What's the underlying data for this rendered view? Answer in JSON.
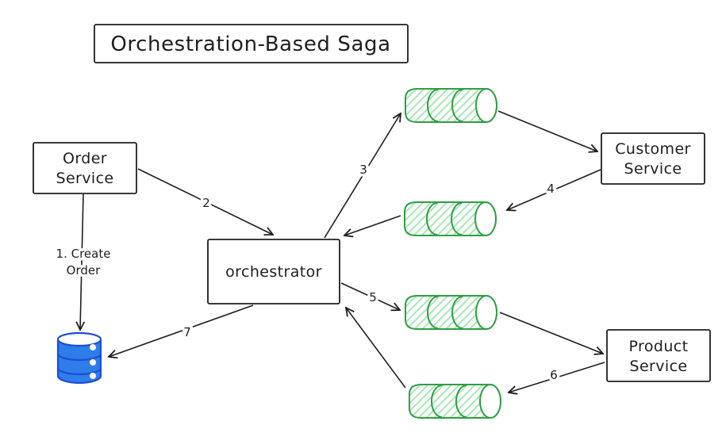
{
  "title": "Orchestration-Based Saga",
  "nodes": {
    "order_service": {
      "line1": "Order",
      "line2": "Service"
    },
    "orchestrator": {
      "label": "orchestrator"
    },
    "customer_service": {
      "line1": "Customer",
      "line2": "Service"
    },
    "product_service": {
      "line1": "Product",
      "line2": "Service"
    }
  },
  "edge_labels": {
    "step1_line1": "1. Create",
    "step1_line2": "Order",
    "step2": "2",
    "step3": "3",
    "step4": "4",
    "step5": "5",
    "step6": "6",
    "step7": "7"
  },
  "icons": {
    "queues": [
      "message-queue-1",
      "message-queue-2",
      "message-queue-3",
      "message-queue-4"
    ],
    "database": "order-database"
  },
  "colors": {
    "background": "#ffffff",
    "ink": "#1e1e1e",
    "box_fill": "#ffffff",
    "queue_stroke": "#2f9e44",
    "queue_hatch": "#9ce8ac",
    "database_fill": "#2e7de9",
    "database_stroke": "#1d4ed8"
  }
}
